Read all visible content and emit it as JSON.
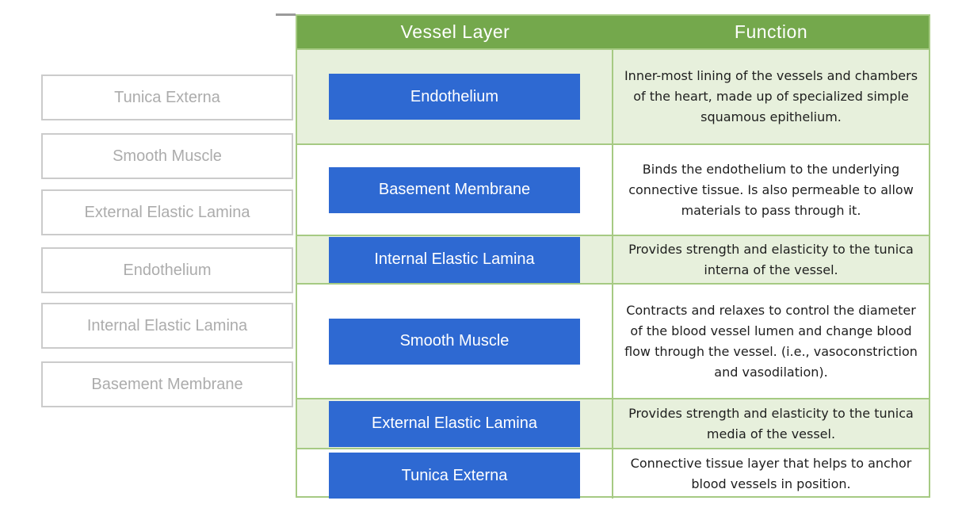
{
  "exercise": {
    "colors": {
      "header_green": "#74A84C",
      "row_light_green": "#E7F0DC",
      "table_border_green": "#A6CA83",
      "chip_blue": "#2E69D2",
      "bank_tile_border": "#CBCBCB",
      "bank_tile_text": "#ACACAC",
      "function_text": "#1E1E1E"
    },
    "word_bank": [
      {
        "label": "Tunica Externa"
      },
      {
        "label": "Smooth Muscle"
      },
      {
        "label": "External Elastic Lamina"
      },
      {
        "label": "Endothelium"
      },
      {
        "label": "Internal Elastic Lamina"
      },
      {
        "label": "Basement Membrane"
      }
    ],
    "table": {
      "header": {
        "vessel_layer": "Vessel Layer",
        "function": "Function"
      },
      "rows": [
        {
          "vessel_layer": "Endothelium",
          "function": "Inner-most lining of the vessels and chambers of the heart, made up of specialized simple squamous epithelium."
        },
        {
          "vessel_layer": "Basement Membrane",
          "function": "Binds the endothelium to the underlying connective tissue. Is also permeable to allow materials to pass through it."
        },
        {
          "vessel_layer": "Internal Elastic Lamina",
          "function": "Provides strength and elasticity to the tunica interna of the vessel."
        },
        {
          "vessel_layer": "Smooth Muscle",
          "function": "Contracts and relaxes to control the diameter of the blood vessel lumen and change blood flow through the vessel. (i.e., vasoconstriction and vasodilation)."
        },
        {
          "vessel_layer": "External Elastic Lamina",
          "function": "Provides strength and elasticity to the tunica media of the vessel."
        },
        {
          "vessel_layer": "Tunica Externa",
          "function": "Connective tissue layer that helps to anchor blood vessels in position."
        }
      ]
    }
  }
}
